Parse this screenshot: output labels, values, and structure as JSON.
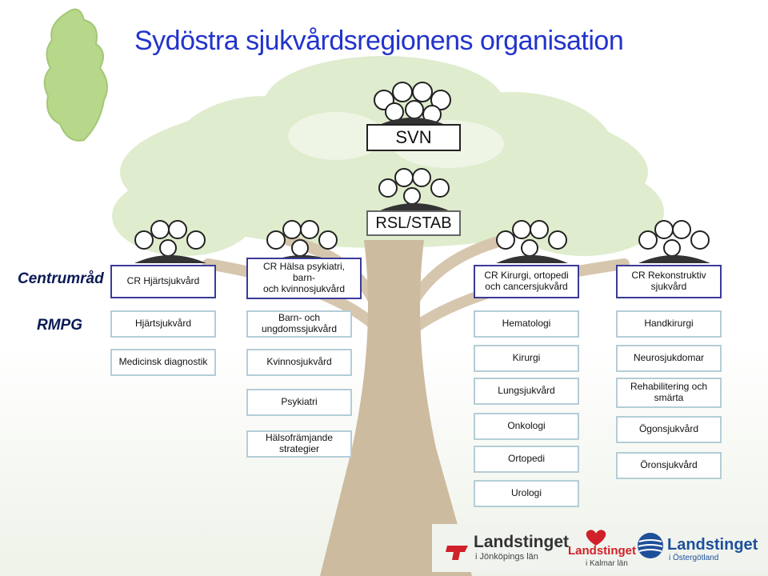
{
  "title": "Sydöstra sjukvårdsregionens organisation",
  "top_boxes": {
    "svn": "SVN",
    "rsl": "RSL/STAB"
  },
  "row_labels": {
    "centrumrad": "Centrumråd",
    "rmpg": "RMPG"
  },
  "centrumrad": {
    "c1": "CR Hjärtsjukvård",
    "c2a": "CR Hälsa psykiatri,",
    "c2b": "barn-",
    "c2c": "och kvinnosjukvård",
    "c3a": "CR Kirurgi, ortopedi",
    "c3b": "och cancersjukvård",
    "c4a": "CR Rekonstruktiv",
    "c4b": "sjukvård"
  },
  "col1": {
    "r1": "Hjärtsjukvård",
    "r2": "Medicinsk diagnostik"
  },
  "col2": {
    "r1a": "Barn- och",
    "r1b": "ungdomssjukvård",
    "r2": "Kvinnosjukvård",
    "r3": "Psykiatri",
    "r4a": "Hälsofrämjande",
    "r4b": "strategier"
  },
  "col3": {
    "r1": "Hematologi",
    "r2": "Kirurgi",
    "r3": "Lungsjukvård",
    "r4": "Onkologi",
    "r5": "Ortopedi",
    "r6": "Urologi"
  },
  "col4": {
    "r1": "Handkirurgi",
    "r2": "Neurosjukdomar",
    "r3a": "Rehabilitering och",
    "r3b": "smärta",
    "r4": "Ögonsjukvård",
    "r5": "Öronsjukvård"
  },
  "logos": {
    "l1a": "Landstinget",
    "l1b": "i Jönköpings län",
    "l2a": "Landstinget",
    "l2b": "i Kalmar län",
    "l3a": "Landstinget",
    "l3b": "i Östergötland"
  },
  "colors": {
    "title": "#2233cc",
    "label": "#0a1a55",
    "tree": "#d8e9c4",
    "trunk": "#c8b59a",
    "map": "#b7d88a"
  }
}
